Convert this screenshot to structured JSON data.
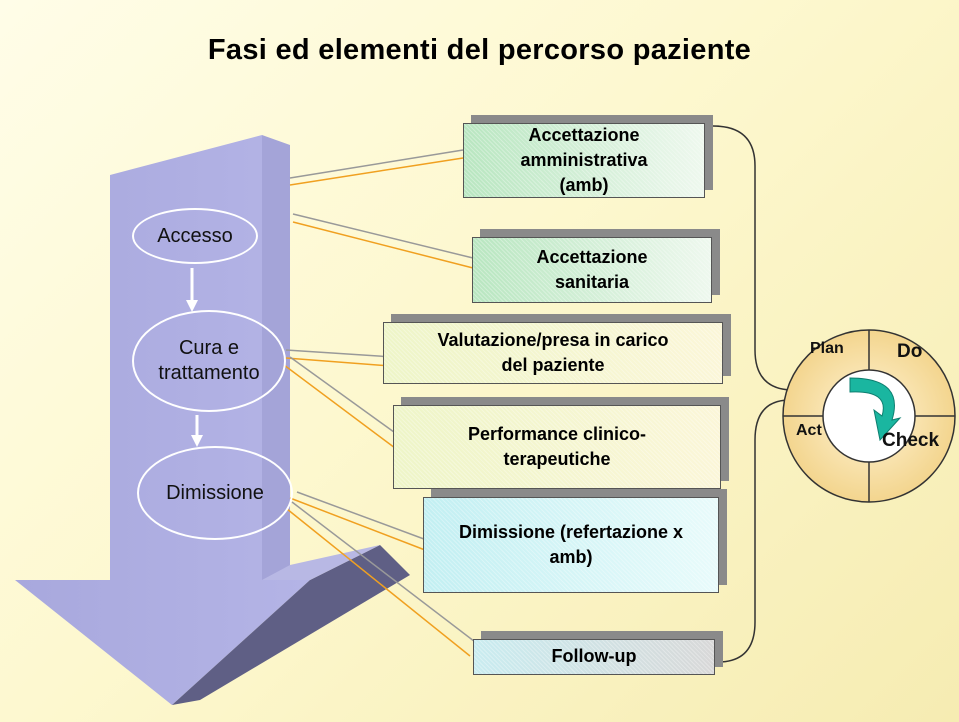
{
  "title": "Fasi ed elementi del percorso paziente",
  "stages": [
    {
      "label": "Accesso"
    },
    {
      "label": "Cura e\ntrattamento"
    },
    {
      "label": "Dimissione"
    }
  ],
  "elements": [
    {
      "label": "Accettazione amministrativa (amb)"
    },
    {
      "label": "Accettazione sanitaria"
    },
    {
      "label": "Valutazione/presa in carico del paziente"
    },
    {
      "label": "Performance clinico-terapeutiche"
    },
    {
      "label": "Dimissione (refertazione x amb)"
    },
    {
      "label": "Follow-up"
    }
  ],
  "pdca": {
    "plan": "Plan",
    "do": "Do",
    "check": "Check",
    "act": "Act"
  },
  "colors": {
    "arrow_face": "#a9a9de",
    "arrow_side": "#5e5e82",
    "connector_gray": "#999999",
    "connector_orange": "#f0a020",
    "pdca_fill": "#f6dda0",
    "pdca_arrow": "#1ab6a0"
  }
}
